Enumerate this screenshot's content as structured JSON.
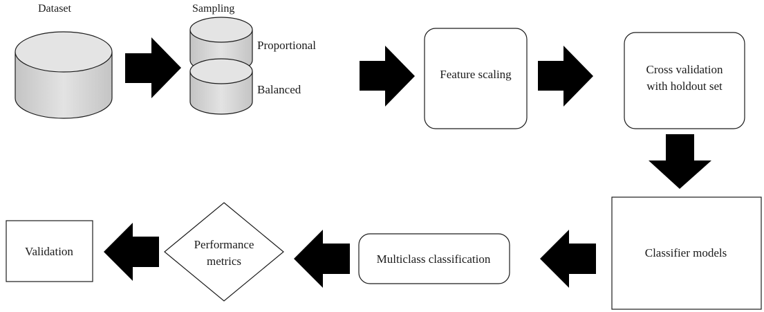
{
  "labels": {
    "dataset": "Dataset",
    "sampling": "Sampling",
    "proportional": "Proportional",
    "balanced": "Balanced",
    "feature_scaling": "Feature scaling",
    "cross_validation_line1": "Cross validation",
    "cross_validation_line2": "with holdout set",
    "classifier_models": "Classifier models",
    "multiclass_classification": "Multiclass classification",
    "performance_metrics_line1": "Performance",
    "performance_metrics_line2": "metrics",
    "validation": "Validation"
  },
  "colors": {
    "cylinder_fill": "#d9d9d9",
    "cylinder_top": "#e6e6e6",
    "stroke": "#1a1a1a",
    "arrow": "#000000",
    "background": "#ffffff"
  }
}
